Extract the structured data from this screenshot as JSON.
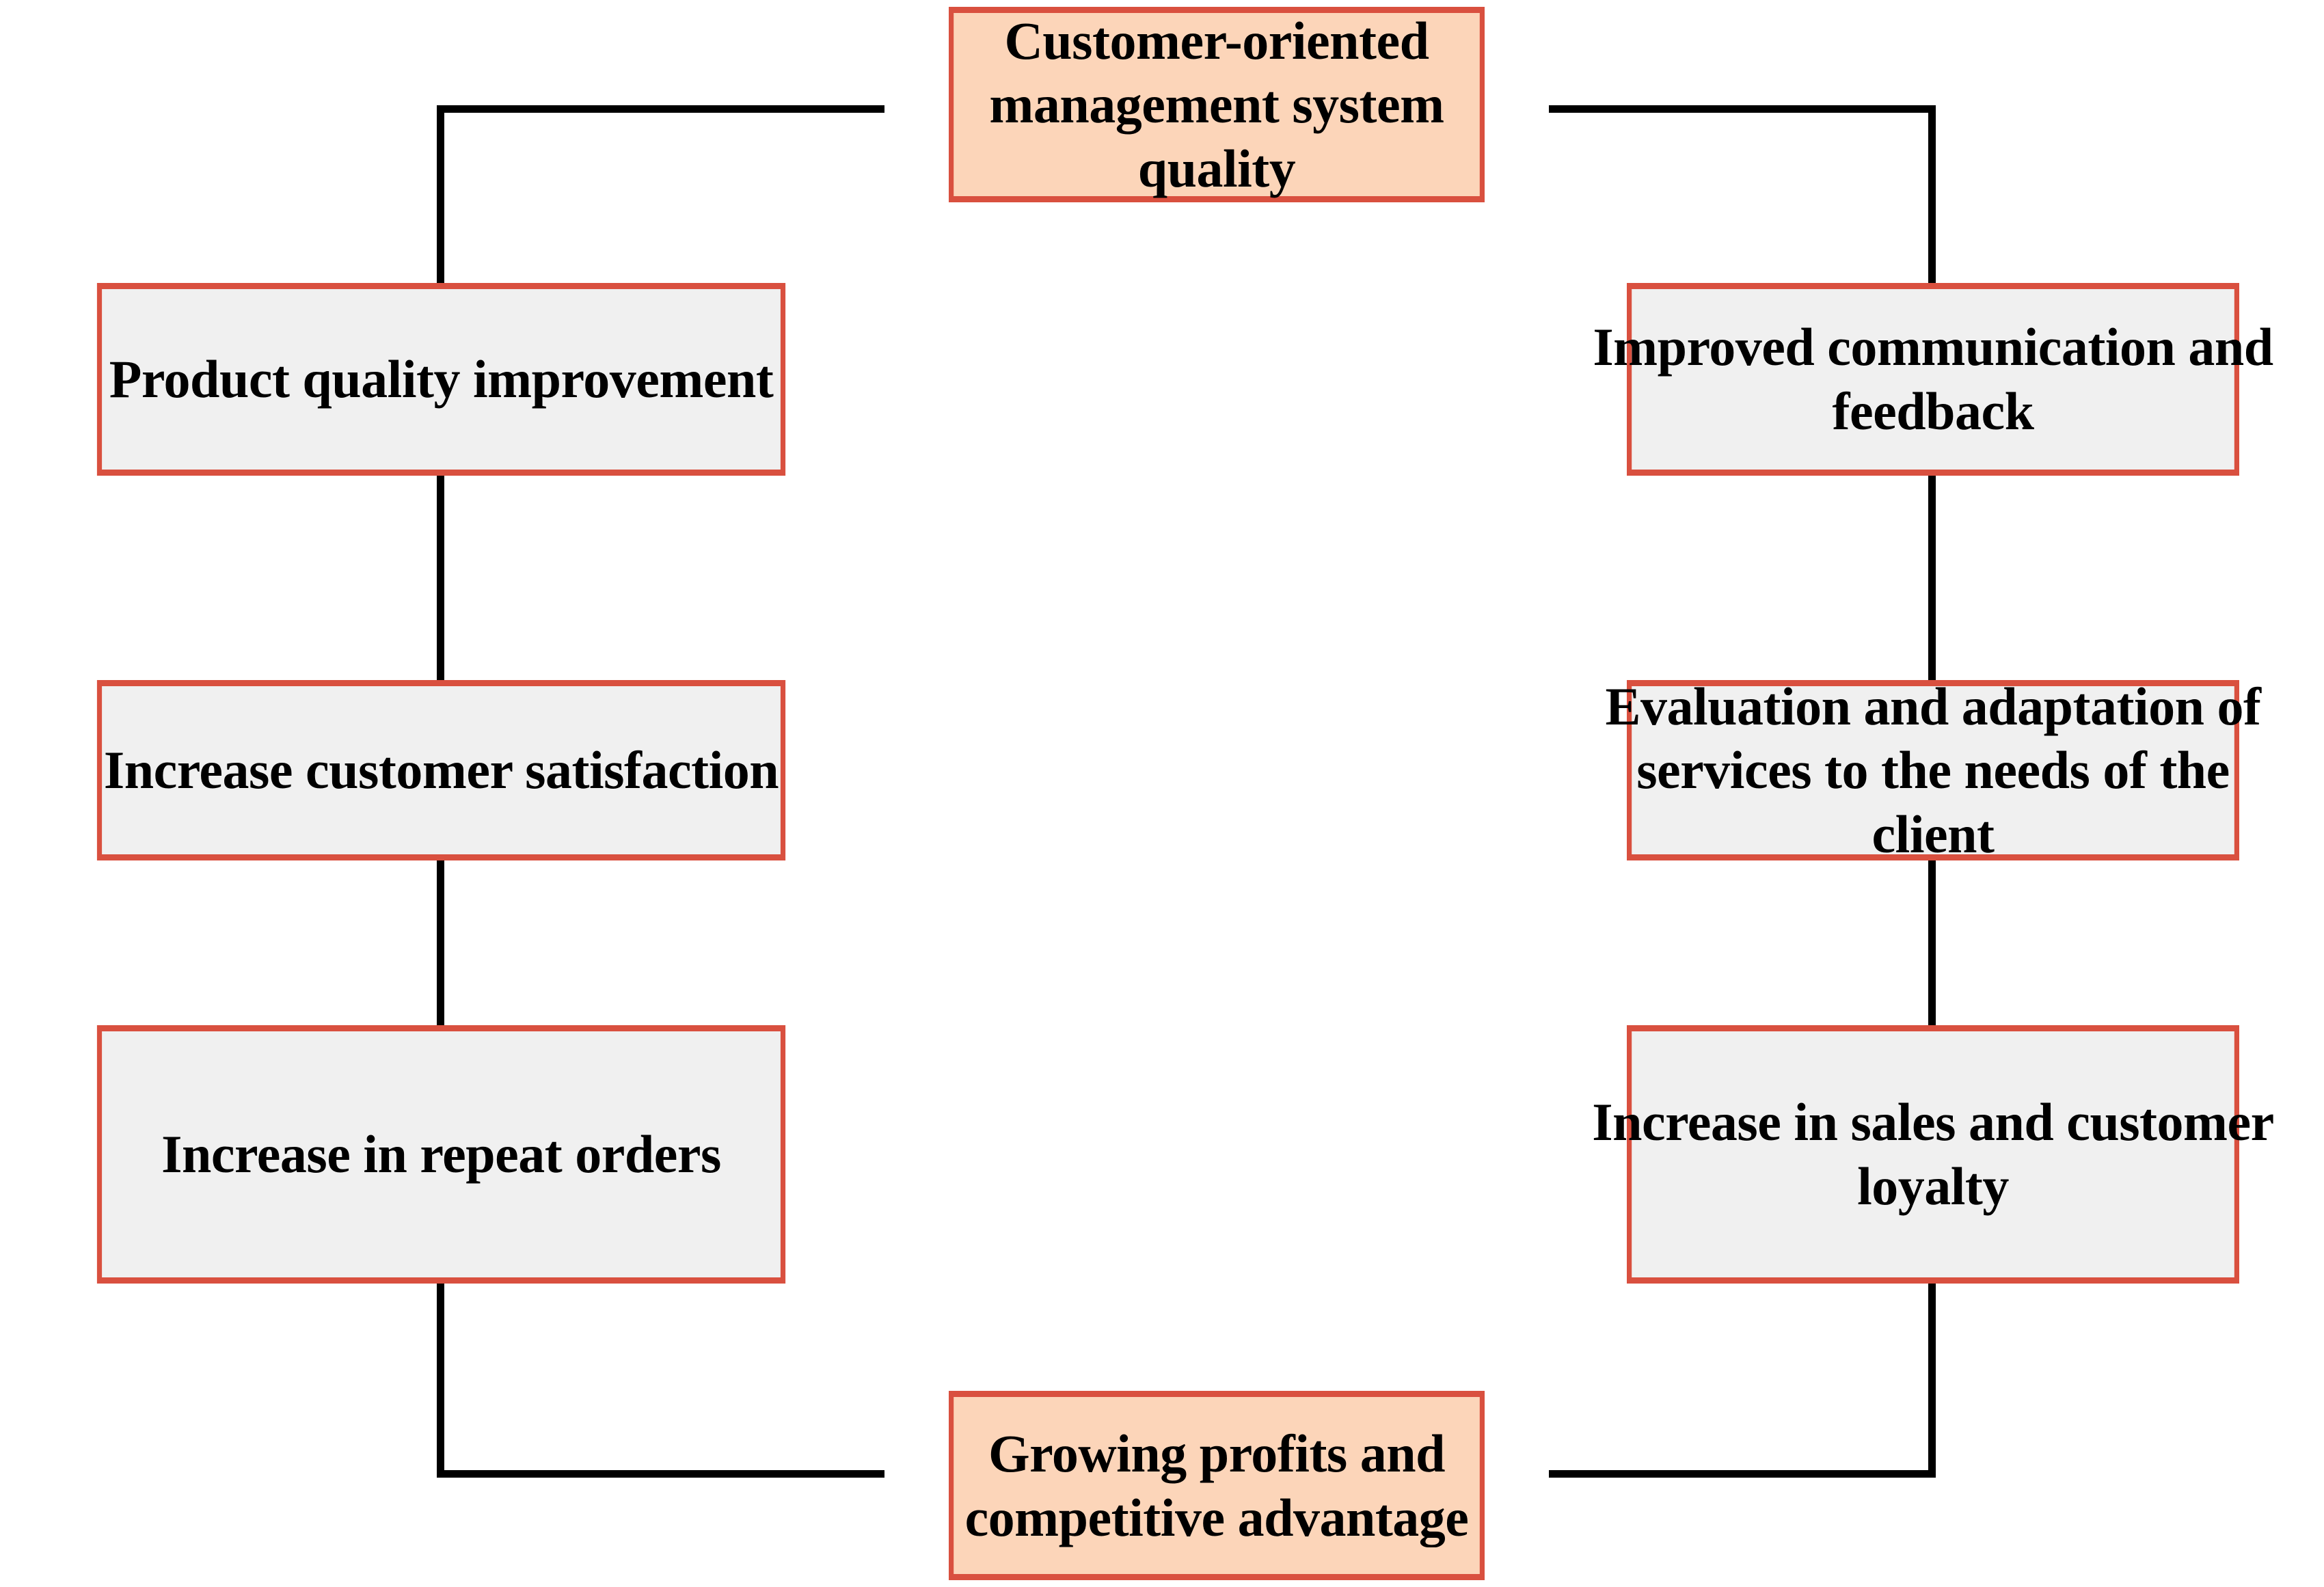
{
  "diagram": {
    "type": "cycle-flow-diagram",
    "title_node": "Customer-oriented management system quality",
    "colors": {
      "accent_fill": "#fcd5b9",
      "plain_fill": "#f0f0f0",
      "border": "#d9503f",
      "connector": "#000000",
      "text": "#000000",
      "background": "#ffffff"
    },
    "nodes": {
      "top": {
        "label": "Customer-oriented management system quality",
        "style": "accent",
        "position": "top-center"
      },
      "bottom": {
        "label": "Growing profits and competitive advantage",
        "style": "accent",
        "position": "bottom-center"
      },
      "left": [
        {
          "label": "Product quality improvement",
          "style": "plain",
          "position": "left-1"
        },
        {
          "label": "Increase customer satisfaction",
          "style": "plain",
          "position": "left-2"
        },
        {
          "label": "Increase in repeat orders",
          "style": "plain",
          "position": "left-3"
        }
      ],
      "right": [
        {
          "label": "Improved communication and feedback",
          "style": "plain",
          "position": "right-1"
        },
        {
          "label": "Evaluation and adaptation of services to the needs of the client",
          "style": "plain",
          "position": "right-2"
        },
        {
          "label": "Increase in sales and customer loyalty",
          "style": "plain",
          "position": "right-3"
        }
      ]
    },
    "connectors": [
      {
        "name": "left-branch",
        "from": "top",
        "through": [
          "left-1",
          "left-2",
          "left-3"
        ],
        "to": "bottom"
      },
      {
        "name": "right-branch",
        "from": "top",
        "through": [
          "right-1",
          "right-2",
          "right-3"
        ],
        "to": "bottom"
      }
    ]
  }
}
